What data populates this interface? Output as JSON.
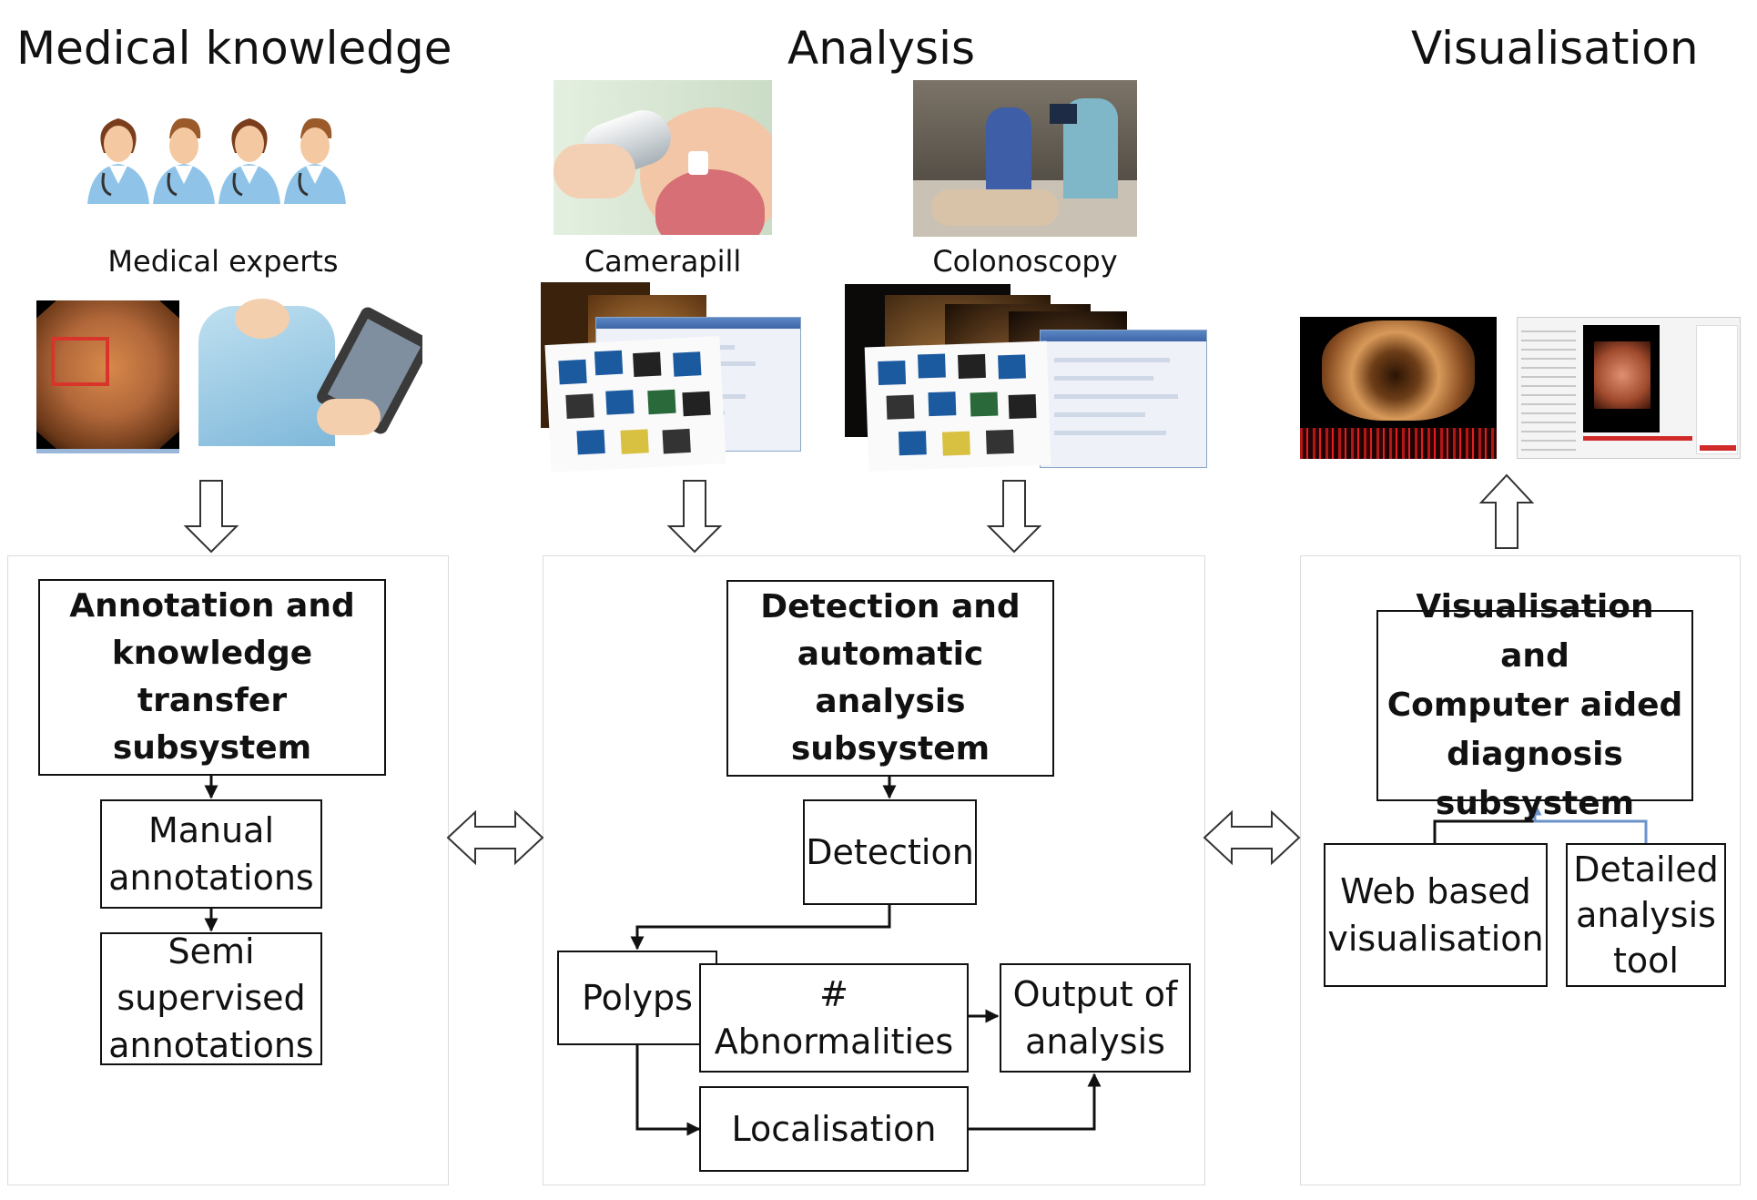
{
  "columns": {
    "left": {
      "title": "Medical knowledge",
      "caption": "Medical experts"
    },
    "middle": {
      "title": "Analysis",
      "caption_a": "Camerapill",
      "caption_b": "Colonoscopy"
    },
    "right": {
      "title": "Visualisation"
    }
  },
  "boxes": {
    "annotation": [
      "Annotation and",
      "knowledge transfer",
      "subsystem"
    ],
    "manual": [
      "Manual",
      "annotations"
    ],
    "semi": [
      "Semi",
      "supervised",
      "annotations"
    ],
    "detection_sub": [
      "Detection and",
      "automatic analysis",
      "subsystem"
    ],
    "detection": "Detection",
    "polyps": "Polyps",
    "abnormalities": "# Abnormalities",
    "output": [
      "Output of",
      "analysis"
    ],
    "localisation": "Localisation",
    "visualisation_sub": [
      "Visualisation and",
      "Computer aided",
      "diagnosis",
      "subsystem"
    ],
    "web": [
      "Web based",
      "visualisation"
    ],
    "detailed": [
      "Detailed",
      "analysis",
      "tool"
    ]
  },
  "colors": {
    "box_border": "#111111",
    "panel_border": "#dcdcdc",
    "feedback_arrow": "#6b93c9",
    "annotation_mark": "#d9342b"
  },
  "icons": [
    "doctor-avatar-icon",
    "double-arrow-icon",
    "hollow-arrow-icon"
  ]
}
